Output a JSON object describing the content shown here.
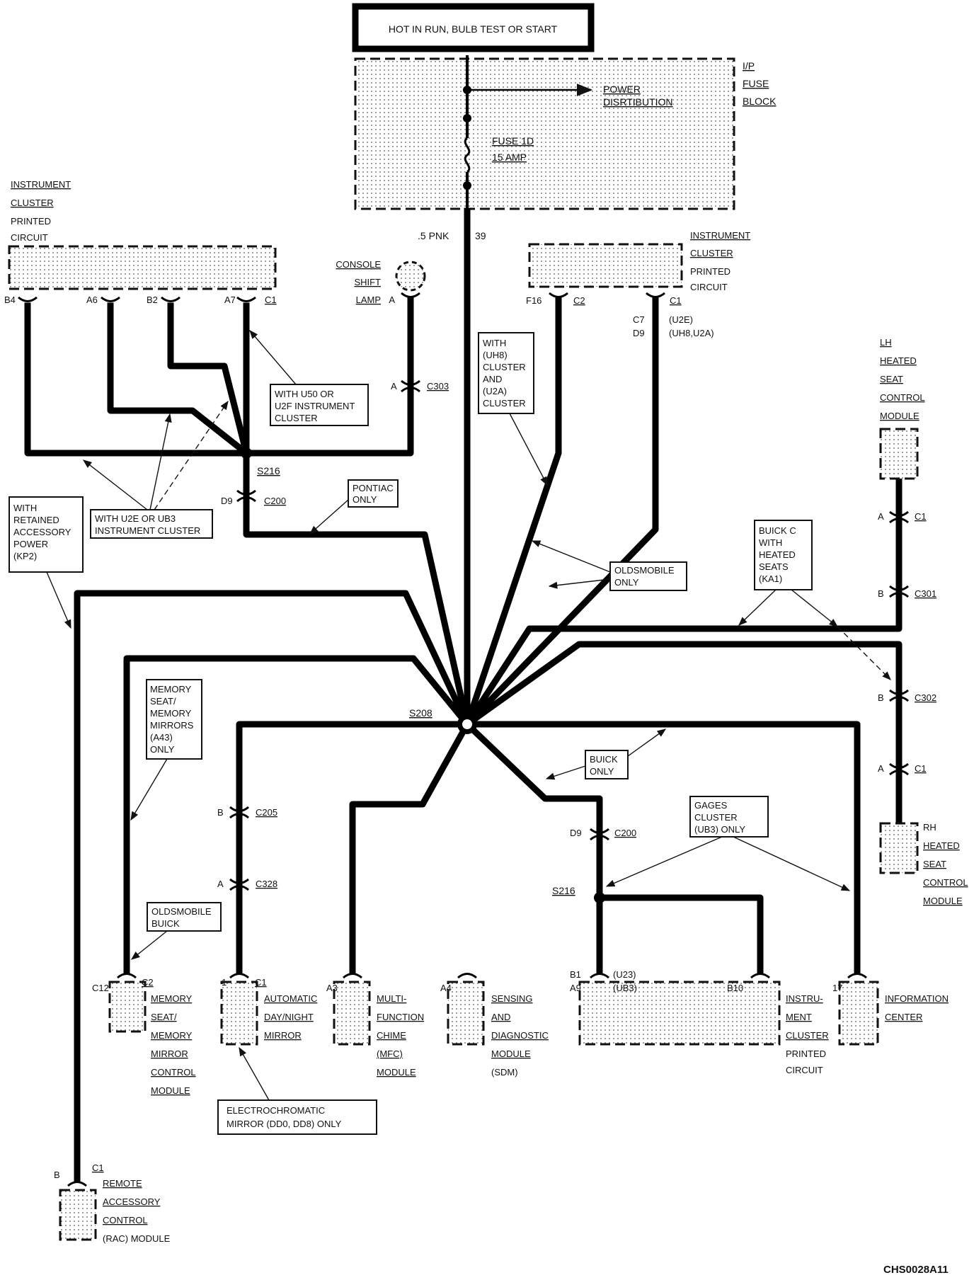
{
  "header": {
    "power_condition": "HOT IN RUN, BULB TEST OR START"
  },
  "fuse_block": {
    "name_lines": [
      "I/P",
      "FUSE",
      "BLOCK"
    ],
    "distribution_lines": [
      "POWER",
      "DISRTIBUTION"
    ],
    "fuse_lines": [
      "FUSE 1D",
      "15 AMP"
    ]
  },
  "main_wire": {
    "gauge_color": ".5 PNK",
    "circuit": "39"
  },
  "components": {
    "ic_left": {
      "lines": [
        "INSTRUMENT",
        "CLUSTER",
        "PRINTED",
        "CIRCUIT"
      ],
      "pins": [
        "B4",
        "A6",
        "B2",
        "A7"
      ],
      "connector": "C1"
    },
    "console_lamp": {
      "lines": [
        "CONSOLE",
        "SHIFT",
        "LAMP"
      ],
      "pin": "A"
    },
    "ic_right": {
      "lines": [
        "INSTRUMENT",
        "CLUSTER",
        "PRINTED",
        "CIRCUIT"
      ],
      "pin_f16": "F16",
      "conn_c2": "C2",
      "conn_c1": "C1",
      "pin_c7": "C7",
      "pin_d9": "D9",
      "variant_a": "(U2E)",
      "variant_b": "(UH8,U2A)"
    },
    "lh_seat": {
      "lines": [
        "LH",
        "HEATED",
        "SEAT",
        "CONTROL",
        "MODULE"
      ]
    },
    "rh_seat": {
      "lines": [
        "RH",
        "HEATED",
        "SEAT",
        "CONTROL",
        "MODULE"
      ]
    },
    "memory_seat": {
      "pin": "C12",
      "connector": "C2",
      "lines": [
        "MEMORY",
        "SEAT/",
        "MEMORY",
        "MIRROR",
        "CONTROL",
        "MODULE"
      ]
    },
    "auto_mirror": {
      "pin": "1",
      "connector": "C1",
      "lines": [
        "AUTOMATIC",
        "DAY/NIGHT",
        "MIRROR"
      ]
    },
    "mfc": {
      "pin": "A3",
      "lines": [
        "MULTI-",
        "FUNCTION",
        "CHIME",
        "(MFC)",
        "MODULE"
      ]
    },
    "sdm": {
      "pin": "A4",
      "lines": [
        "SENSING",
        "AND",
        "DIAGNOSTIC",
        "MODULE",
        "(SDM)"
      ]
    },
    "ic_bottom": {
      "pin_b1": "B1",
      "pin_a9": "A9",
      "variant_a": "(U23)",
      "variant_b": "(UB3)",
      "pin_b10": "B10",
      "lines": [
        "INSTRU-",
        "MENT",
        "CLUSTER",
        "PRINTED",
        "CIRCUIT"
      ]
    },
    "info_center": {
      "pin": "17",
      "lines": [
        "INFORMATION",
        "CENTER"
      ]
    },
    "rac": {
      "pin": "B",
      "connector": "C1",
      "lines": [
        "REMOTE",
        "ACCESSORY",
        "CONTROL",
        "(RAC) MODULE"
      ]
    }
  },
  "connectors": {
    "c303": {
      "pin": "A",
      "name": "C303"
    },
    "c200_top": {
      "pin": "D9",
      "name": "C200"
    },
    "c1_lh": {
      "pin": "A",
      "name": "C1"
    },
    "c301": {
      "pin": "B",
      "name": "C301"
    },
    "c302": {
      "pin": "B",
      "name": "C302"
    },
    "c1_rh": {
      "pin": "A",
      "name": "C1"
    },
    "c205": {
      "pin": "B",
      "name": "C205"
    },
    "c328": {
      "pin": "A",
      "name": "C328"
    },
    "c200_bottom": {
      "pin": "D9",
      "name": "C200"
    }
  },
  "splices": {
    "s216_top": "S216",
    "s208": "S208",
    "s216_bottom": "S216"
  },
  "callouts": {
    "u50_u2f": [
      "WITH U50 OR",
      "U2F INSTRUMENT",
      "CLUSTER"
    ],
    "u2e_ub3": [
      "WITH U2E OR UB3",
      "INSTRUMENT CLUSTER"
    ],
    "retained_power": [
      "WITH",
      "RETAINED",
      "ACCESSORY",
      "POWER",
      "(KP2)"
    ],
    "pontiac": [
      "PONTIAC",
      "ONLY"
    ],
    "uh8_u2a": [
      "WITH",
      "(UH8)",
      "CLUSTER",
      "AND",
      "(U2A)",
      "CLUSTER"
    ],
    "oldsmobile_only": [
      "OLDSMOBILE",
      "ONLY"
    ],
    "buick_heated": [
      "BUICK C",
      "WITH",
      "HEATED",
      "SEATS",
      "(KA1)"
    ],
    "memory_mirrors": [
      "MEMORY",
      "SEAT/",
      "MEMORY",
      "MIRRORS",
      "(A43)",
      "ONLY"
    ],
    "olds_buick": [
      "OLDSMOBILE",
      "BUICK"
    ],
    "buick_only": [
      "BUICK",
      "ONLY"
    ],
    "gages_cluster": [
      "GAGES",
      "CLUSTER",
      "(UB3) ONLY"
    ],
    "electrochromatic": [
      "ELECTROCHROMATIC",
      "MIRROR (DD0, DD8) ONLY"
    ]
  },
  "footer": {
    "figure_code": "CHS0028A11"
  }
}
